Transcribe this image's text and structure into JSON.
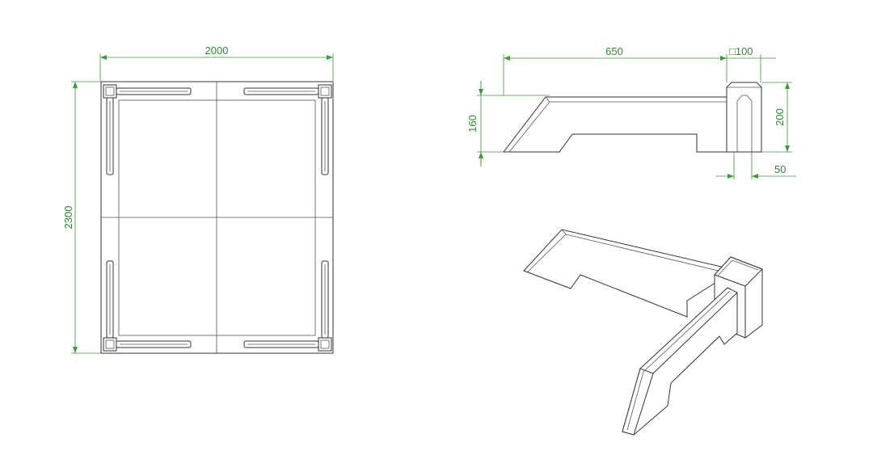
{
  "drawing": {
    "plan": {
      "width_label": "2000",
      "height_label": "2300"
    },
    "side": {
      "length_label": "650",
      "post_label": "□100",
      "height_label": "160",
      "post_height_label": "200",
      "offset_label": "50"
    }
  },
  "colors": {
    "dimension": "#3a9a3a",
    "ink": "#333333",
    "background": "#ffffff"
  }
}
